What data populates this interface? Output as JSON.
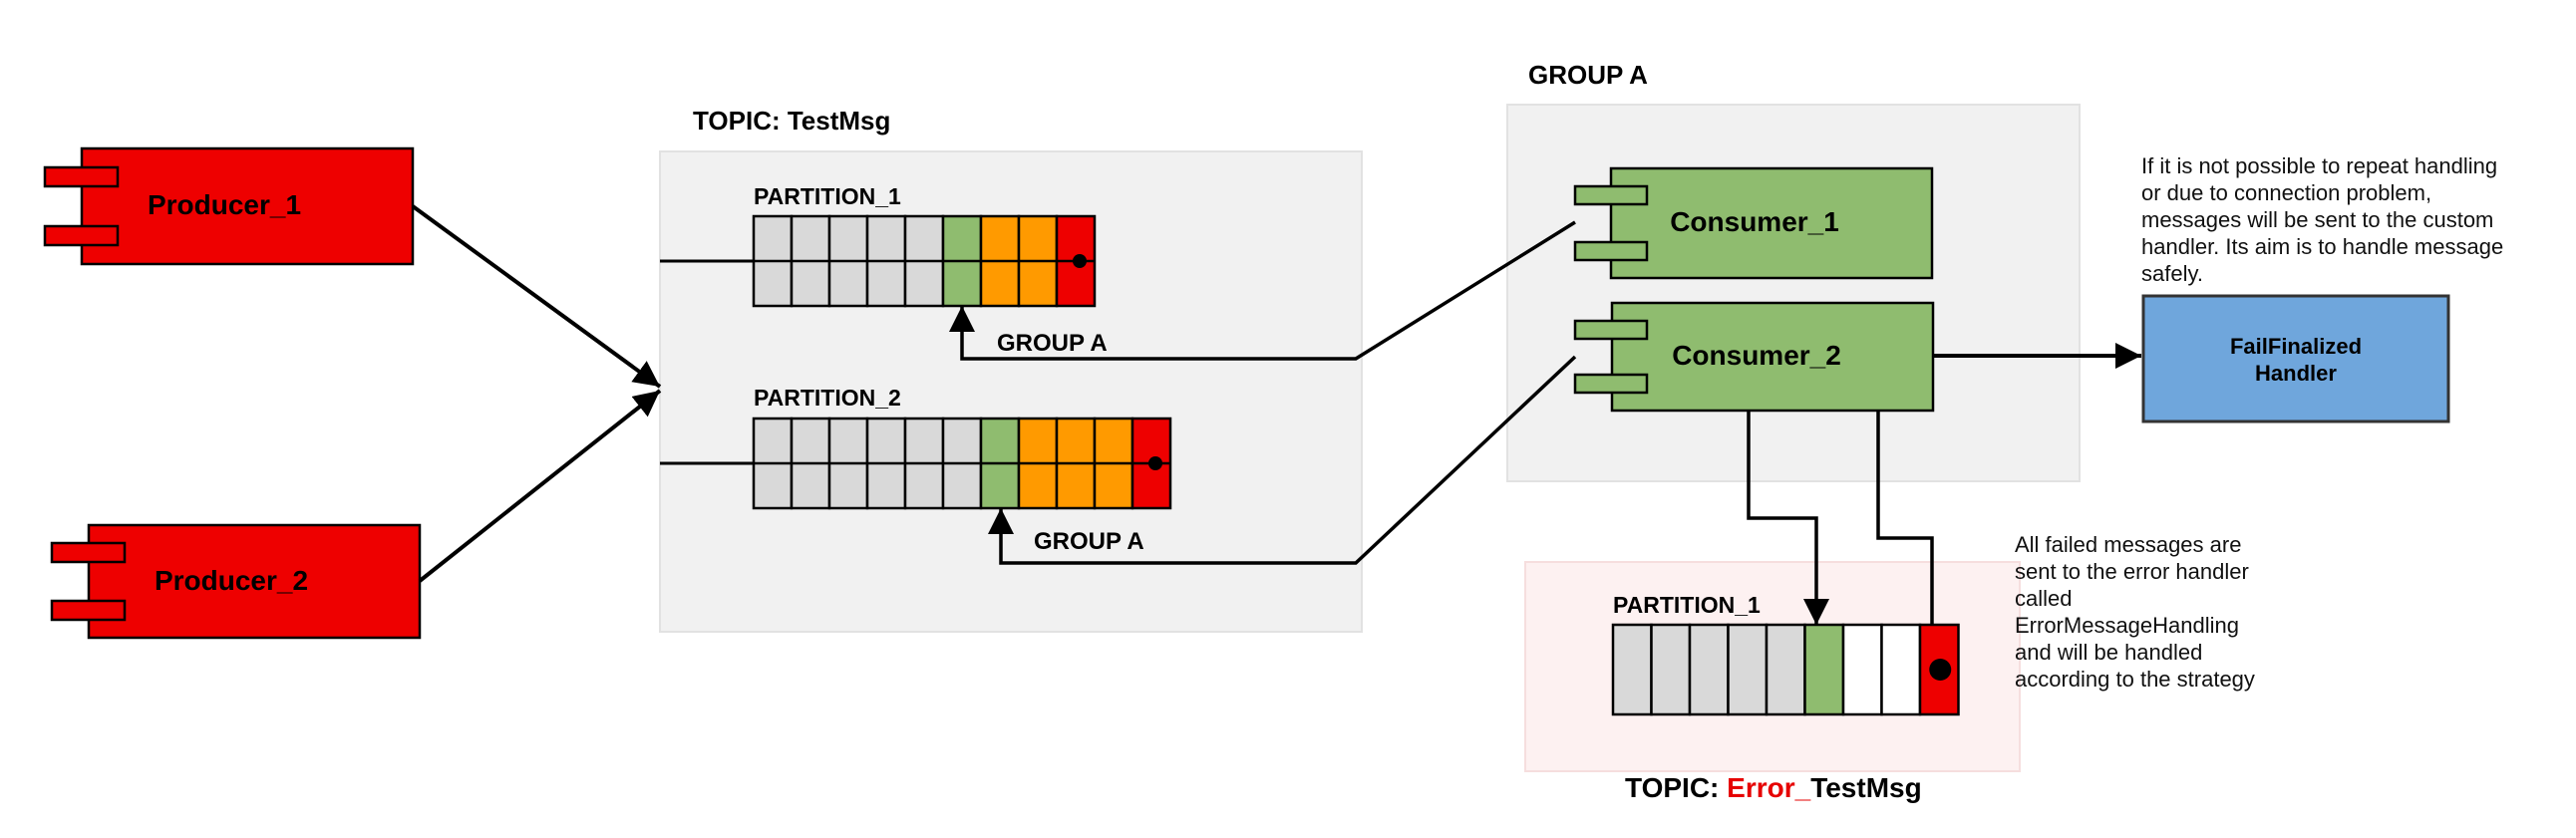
{
  "topic_main": {
    "prefix": "TOPIC: ",
    "name": "TestMsg"
  },
  "topic_error": {
    "prefix": "TOPIC: ",
    "highlight": "Error_",
    "name": "TestMsg"
  },
  "group_box_label": "GROUP A",
  "producers": [
    "Producer_1",
    "Producer_2"
  ],
  "consumers": [
    "Consumer_1",
    "Consumer_2"
  ],
  "handler": {
    "line1": "FailFinalized",
    "line2": "Handler"
  },
  "partitions": {
    "p1": {
      "label": "PARTITION_1",
      "cells": [
        "grey",
        "grey",
        "grey",
        "grey",
        "grey",
        "green",
        "orange",
        "orange",
        "red"
      ],
      "group_label": "GROUP A"
    },
    "p2": {
      "label": "PARTITION_2",
      "cells": [
        "grey",
        "grey",
        "grey",
        "grey",
        "grey",
        "grey",
        "green",
        "orange",
        "orange",
        "orange",
        "red"
      ],
      "group_label": "GROUP A"
    },
    "err": {
      "label": "PARTITION_1",
      "cells": [
        "grey",
        "grey",
        "grey",
        "grey",
        "grey",
        "green",
        "white",
        "white",
        "red"
      ]
    }
  },
  "notes": {
    "failfinalized": [
      "If it is not possible to repeat handling",
      "or due to connection problem,",
      "messages will be sent to the custom",
      "handler. Its aim is to handle message",
      "safely."
    ],
    "error": [
      "All failed messages are",
      "sent to the error handler",
      "called",
      "ErrorMessageHandling",
      "and will be handled",
      "according to the strategy"
    ]
  },
  "colors": {
    "red": "#ee0000",
    "green": "#8fbc6f",
    "orange": "#ff9a00",
    "grey": "#d9d9d9",
    "white": "#ffffff",
    "blue": "#6fa6dc",
    "error_text": "#e60000",
    "panel_bg": "#f1f1f1",
    "panel_border": "#e2e2e2",
    "error_panel_bg": "#fdf1f1",
    "error_panel_border": "#f6dede"
  },
  "icons": {
    "component": "component-icon",
    "arrow": "arrow-head-icon",
    "offset": "offset-dot-icon"
  }
}
